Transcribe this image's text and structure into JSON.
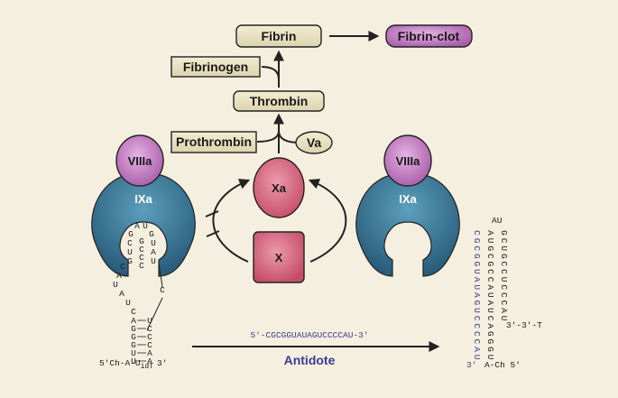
{
  "cascade": {
    "fibrin": "Fibrin",
    "fibrin_clot": "Fibrin-clot",
    "fibrinogen": "Fibrinogen",
    "thrombin": "Thrombin",
    "prothrombin": "Prothrombin",
    "va": "Va",
    "xa": "Xa",
    "x": "X"
  },
  "left_complex": {
    "viiia": "VIIIa",
    "ixa": "IXa",
    "aptamer_loop": [
      "A",
      "U",
      "G",
      "U",
      "A",
      "U",
      "G",
      "C",
      "U",
      "G",
      "G",
      "C",
      "C",
      "C"
    ],
    "left_strand": [
      "C",
      "A",
      "U",
      "A",
      "U",
      "C"
    ],
    "right_linker": "C",
    "stem_left": [
      "A",
      "G",
      "G",
      "G",
      "U",
      "U"
    ],
    "stem_right": [
      "U",
      "C",
      "C",
      "C",
      "A",
      "A"
    ],
    "five_end": "5′Ch-A-U",
    "idt_sub": "idT",
    "three_end": "3′"
  },
  "right_complex": {
    "viiia": "VIIIa",
    "ixa": "IXa"
  },
  "antidote": {
    "sequence": "5′-CGCGGUAUAGUCCCCAU-3′",
    "label": "Antidote",
    "duplex_top": "AU",
    "duplex_col1": [
      "A",
      "U",
      "G",
      "C",
      "G",
      "C",
      "C",
      "A",
      "U",
      "A",
      "U",
      "C",
      "A",
      "G",
      "G",
      "G",
      "U"
    ],
    "duplex_col2": [
      "G",
      "C",
      "U",
      "G",
      "C",
      "C",
      "U",
      "C",
      "C",
      "C",
      "A",
      "U",
      "3′-3′-T"
    ],
    "blue_col": [
      "C",
      "G",
      "C",
      "G",
      "G",
      "U",
      "A",
      "U",
      "A",
      "G",
      "U",
      "C",
      "C",
      "C",
      "C",
      "A",
      "U"
    ],
    "three_label": "3′",
    "bottom_end": "A-Ch 5′"
  },
  "colors": {
    "background": "#f5efdf",
    "box_fill": "#eae3c4",
    "violet": "#b86eb9",
    "crimson": "#d3637a",
    "teal": "#2f6a87",
    "navy": "#3b3a8f"
  }
}
